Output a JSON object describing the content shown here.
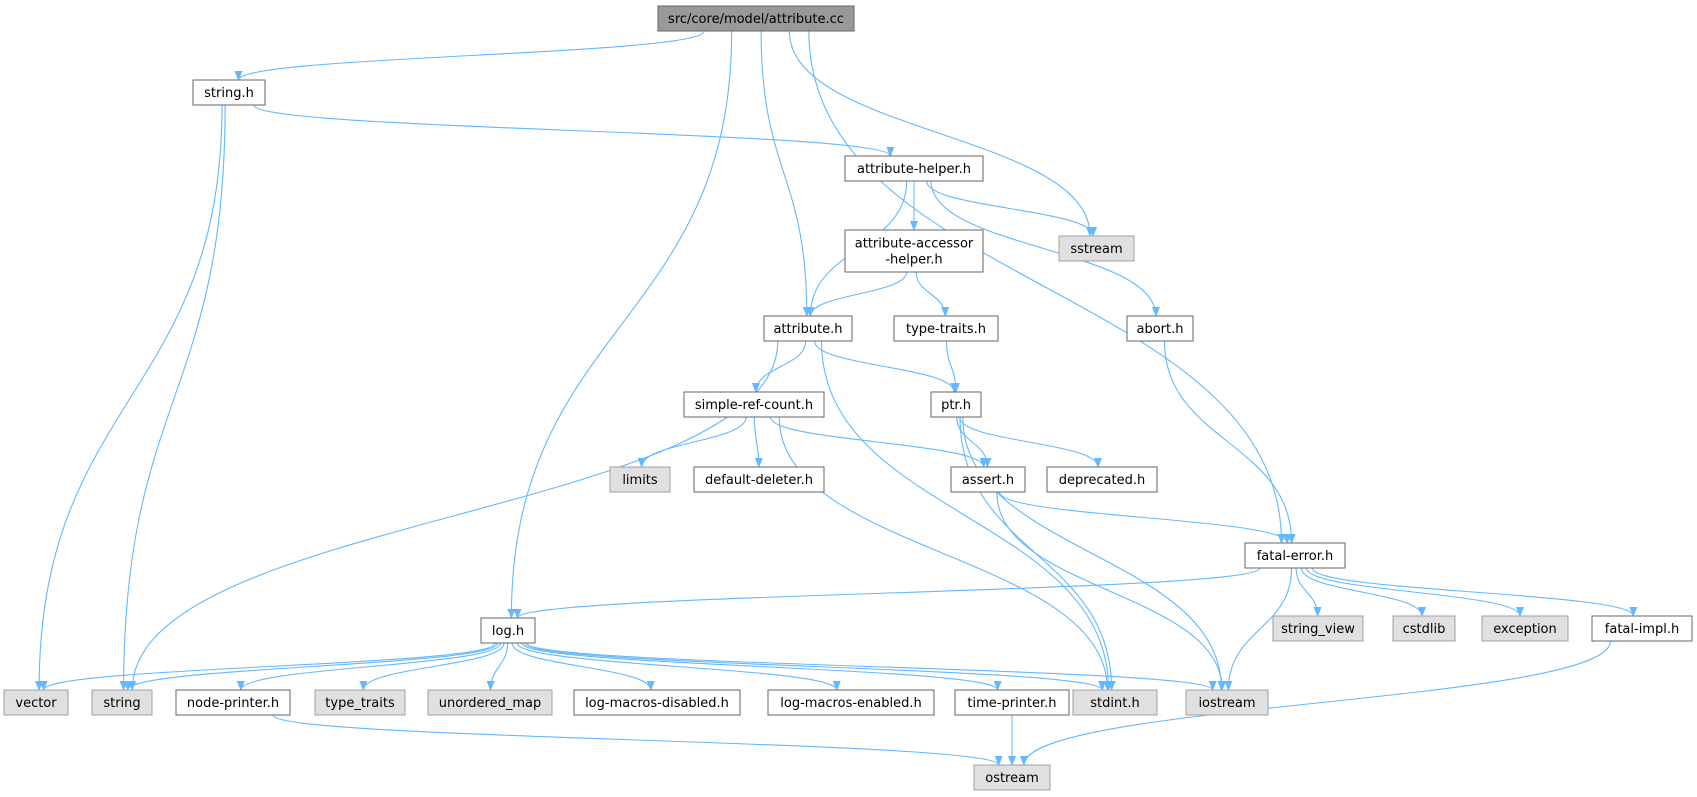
{
  "diagram": {
    "type": "include-dependency-graph",
    "colors": {
      "edge": "#63b8ff",
      "root_fill": "#999999",
      "local_fill": "#ffffff",
      "system_fill": "#e0e0e0",
      "border": "#666666"
    },
    "nodes": [
      {
        "id": "attribute_cc",
        "label": "src/core/model/attribute.cc",
        "kind": "root"
      },
      {
        "id": "string_h",
        "label": "string.h",
        "kind": "local"
      },
      {
        "id": "attribute_helper_h",
        "label": "attribute-helper.h",
        "kind": "local"
      },
      {
        "id": "sstream",
        "label": "sstream",
        "kind": "system"
      },
      {
        "id": "accessor_helper_h",
        "label": "attribute-accessor\n-helper.h",
        "kind": "local"
      },
      {
        "id": "attribute_h",
        "label": "attribute.h",
        "kind": "local"
      },
      {
        "id": "type_traits_h",
        "label": "type-traits.h",
        "kind": "local"
      },
      {
        "id": "abort_h",
        "label": "abort.h",
        "kind": "local"
      },
      {
        "id": "simple_ref_count_h",
        "label": "simple-ref-count.h",
        "kind": "local"
      },
      {
        "id": "ptr_h",
        "label": "ptr.h",
        "kind": "local"
      },
      {
        "id": "limits",
        "label": "limits",
        "kind": "system"
      },
      {
        "id": "default_deleter_h",
        "label": "default-deleter.h",
        "kind": "local"
      },
      {
        "id": "assert_h",
        "label": "assert.h",
        "kind": "local"
      },
      {
        "id": "deprecated_h",
        "label": "deprecated.h",
        "kind": "local"
      },
      {
        "id": "fatal_error_h",
        "label": "fatal-error.h",
        "kind": "local"
      },
      {
        "id": "string_view",
        "label": "string_view",
        "kind": "system"
      },
      {
        "id": "cstdlib",
        "label": "cstdlib",
        "kind": "system"
      },
      {
        "id": "exception",
        "label": "exception",
        "kind": "system"
      },
      {
        "id": "fatal_impl_h",
        "label": "fatal-impl.h",
        "kind": "local"
      },
      {
        "id": "log_h",
        "label": "log.h",
        "kind": "local"
      },
      {
        "id": "vector",
        "label": "vector",
        "kind": "system"
      },
      {
        "id": "string",
        "label": "string",
        "kind": "system"
      },
      {
        "id": "node_printer_h",
        "label": "node-printer.h",
        "kind": "local"
      },
      {
        "id": "type_traits",
        "label": "type_traits",
        "kind": "system"
      },
      {
        "id": "unordered_map",
        "label": "unordered_map",
        "kind": "system"
      },
      {
        "id": "log_macros_disabled_h",
        "label": "log-macros-disabled.h",
        "kind": "local"
      },
      {
        "id": "log_macros_enabled_h",
        "label": "log-macros-enabled.h",
        "kind": "local"
      },
      {
        "id": "time_printer_h",
        "label": "time-printer.h",
        "kind": "local"
      },
      {
        "id": "stdint_h",
        "label": "stdint.h",
        "kind": "system"
      },
      {
        "id": "iostream",
        "label": "iostream",
        "kind": "system"
      },
      {
        "id": "ostream",
        "label": "ostream",
        "kind": "system"
      }
    ],
    "edges": [
      [
        "attribute_cc",
        "string_h"
      ],
      [
        "attribute_cc",
        "log_h"
      ],
      [
        "attribute_cc",
        "attribute_h"
      ],
      [
        "attribute_cc",
        "sstream"
      ],
      [
        "attribute_cc",
        "fatal_error_h"
      ],
      [
        "string_h",
        "vector"
      ],
      [
        "string_h",
        "string"
      ],
      [
        "string_h",
        "attribute_helper_h"
      ],
      [
        "attribute_helper_h",
        "attribute_h"
      ],
      [
        "attribute_helper_h",
        "accessor_helper_h"
      ],
      [
        "attribute_helper_h",
        "sstream"
      ],
      [
        "attribute_helper_h",
        "abort_h"
      ],
      [
        "accessor_helper_h",
        "attribute_h"
      ],
      [
        "accessor_helper_h",
        "type_traits_h"
      ],
      [
        "type_traits_h",
        "ptr_h"
      ],
      [
        "abort_h",
        "fatal_error_h"
      ],
      [
        "attribute_h",
        "string"
      ],
      [
        "attribute_h",
        "simple_ref_count_h"
      ],
      [
        "attribute_h",
        "ptr_h"
      ],
      [
        "attribute_h",
        "stdint_h"
      ],
      [
        "simple_ref_count_h",
        "limits"
      ],
      [
        "simple_ref_count_h",
        "default_deleter_h"
      ],
      [
        "simple_ref_count_h",
        "assert_h"
      ],
      [
        "simple_ref_count_h",
        "stdint_h"
      ],
      [
        "ptr_h",
        "assert_h"
      ],
      [
        "ptr_h",
        "deprecated_h"
      ],
      [
        "ptr_h",
        "iostream"
      ],
      [
        "ptr_h",
        "stdint_h"
      ],
      [
        "assert_h",
        "fatal_error_h"
      ],
      [
        "assert_h",
        "iostream"
      ],
      [
        "fatal_error_h",
        "log_h"
      ],
      [
        "fatal_error_h",
        "string_view"
      ],
      [
        "fatal_error_h",
        "cstdlib"
      ],
      [
        "fatal_error_h",
        "exception"
      ],
      [
        "fatal_error_h",
        "fatal_impl_h"
      ],
      [
        "fatal_error_h",
        "iostream"
      ],
      [
        "fatal_impl_h",
        "ostream"
      ],
      [
        "log_h",
        "vector"
      ],
      [
        "log_h",
        "string"
      ],
      [
        "log_h",
        "node_printer_h"
      ],
      [
        "log_h",
        "type_traits"
      ],
      [
        "log_h",
        "unordered_map"
      ],
      [
        "log_h",
        "log_macros_disabled_h"
      ],
      [
        "log_h",
        "log_macros_enabled_h"
      ],
      [
        "log_h",
        "time_printer_h"
      ],
      [
        "log_h",
        "stdint_h"
      ],
      [
        "log_h",
        "iostream"
      ],
      [
        "node_printer_h",
        "ostream"
      ],
      [
        "time_printer_h",
        "ostream"
      ]
    ]
  }
}
